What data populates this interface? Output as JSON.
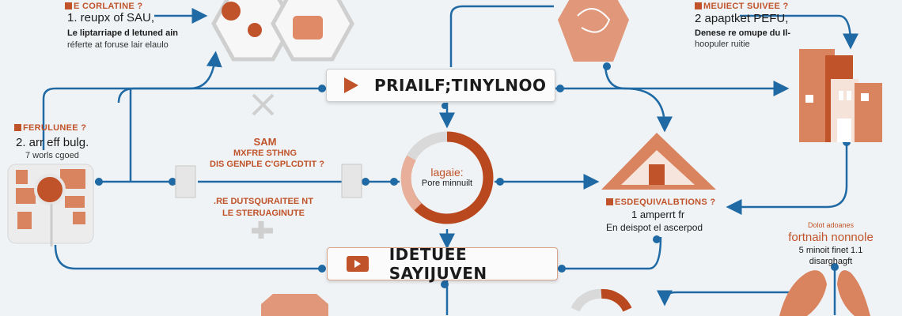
{
  "colors": {
    "accent": "#c0532a",
    "line": "#1f6aa5",
    "background": "#f0f3f5"
  },
  "top_left": {
    "heading": "E CORLATINE ?",
    "line": "1. reupx of SAU,",
    "bold": "Le liptarriape d letuned ain",
    "sub": "réferte at foruse lair elaulo"
  },
  "top_right": {
    "heading": "MEUIECT SUIVEE ?",
    "line": "2 apaptket PEFU,",
    "bold": "Denese re omupe du Il-",
    "sub": "hoopuler ruitie"
  },
  "left": {
    "heading": "FERULUNEE ?",
    "line": "2. arr eff bulg.",
    "sub": "7 worls cgoed"
  },
  "center_upper": {
    "l1": "SAM",
    "l2": "MXFRE STHNG",
    "l3": "DIS GENPLE C'GPLCDTIT ?"
  },
  "center_lower": {
    "l1": ".RE DUTSQURAITEE NT",
    "l2": "LE STERUAGINUTE"
  },
  "donut": {
    "title": "lagaie:",
    "sub": "Pore minnuilt",
    "fraction": 0.7
  },
  "box_top": {
    "label": "PRIAILF;TINYLNOO",
    "icon": "play-icon"
  },
  "box_bottom": {
    "label": "IDETUEE SAYIJUVEN",
    "icon": "video-play-icon"
  },
  "right": {
    "heading": "ESDEQUIVALBTIONS ?",
    "line": "1 amperrt fr",
    "sub": "En deispot el ascerpod"
  },
  "far_right": {
    "small": "Dolot adoanes",
    "title": "fortnaih nonnole",
    "line": "5 minoit finet 1.1",
    "sub": "disarghagft"
  }
}
